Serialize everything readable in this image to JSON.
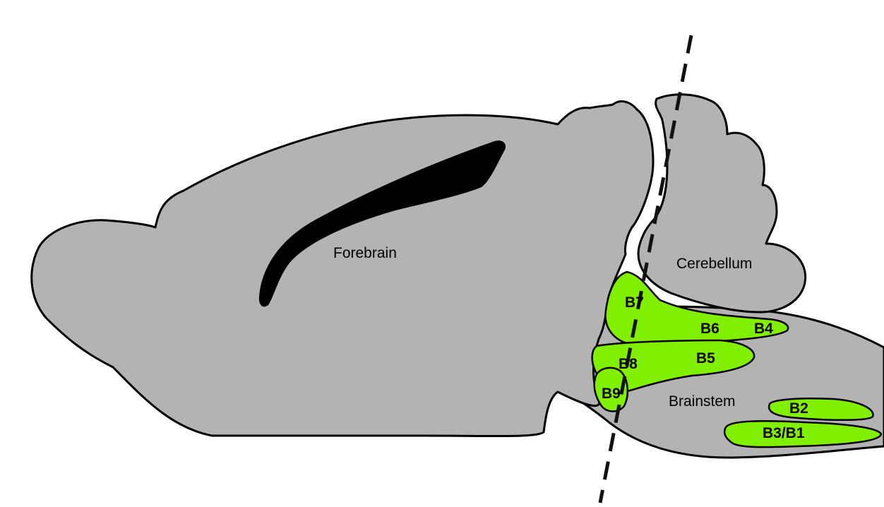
{
  "diagram": {
    "regions": {
      "forebrain": "Forebrain",
      "cerebellum": "Cerebellum",
      "brainstem": "Brainstem"
    },
    "nuclei": {
      "b7": "B7",
      "b6": "B6",
      "b4": "B4",
      "b8": "B8",
      "b5": "B5",
      "b9": "B9",
      "b2": "B2",
      "b3_b1": "B3/B1"
    },
    "colors": {
      "tissue": "#b3b3b3",
      "nuclei": "#80f000",
      "outline": "#000000",
      "ventricle": "#000000"
    }
  }
}
